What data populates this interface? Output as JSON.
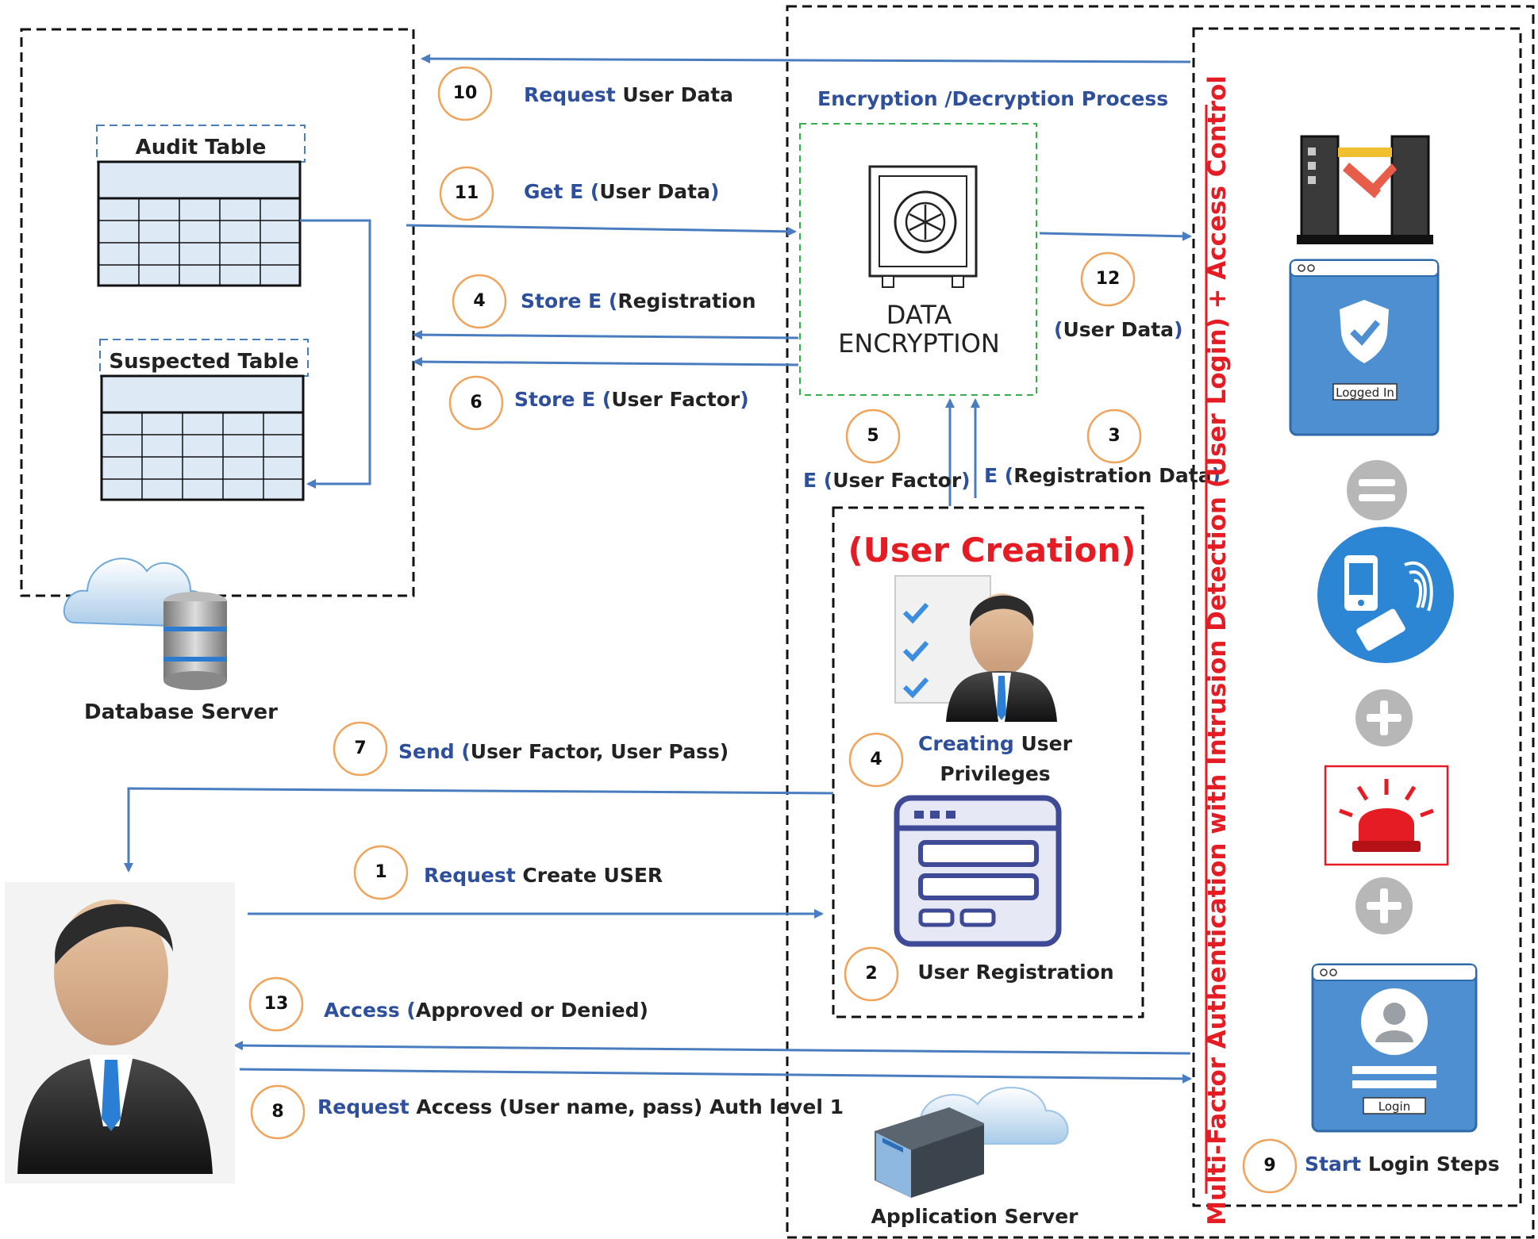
{
  "database_server": {
    "label": "Database Server",
    "audit_table": "Audit Table",
    "suspected_table": "Suspected Table"
  },
  "encryption": {
    "title": "Encryption /Decryption Process",
    "box_line1": "DATA",
    "box_line2": "ENCRYPTION"
  },
  "user_creation": {
    "title": "(User Creation)",
    "privileges_highlight": "Creating",
    "privileges_rest": "User",
    "privileges_line2": "Privileges",
    "registration": "User Registration"
  },
  "app_server": {
    "label": "Application Server"
  },
  "mfa_panel": {
    "vertical_label": "Multi-Factor Authentication with Intrusion Detection (User Login) + Access Control",
    "logged_in": "Logged In",
    "login": "Login",
    "start_highlight": "Start",
    "start_rest": "Login Steps"
  },
  "steps": [
    {
      "num": "1",
      "highlight": "Request",
      "rest": "Create USER"
    },
    {
      "num": "2",
      "highlight": "",
      "rest": ""
    },
    {
      "num": "3",
      "highlight": "E (",
      "rest": "Registration Data",
      "tail": ")"
    },
    {
      "num": "4",
      "highlight": "Store E (",
      "rest": "Registration"
    },
    {
      "num": "4",
      "highlight": "",
      "rest": ""
    },
    {
      "num": "5",
      "highlight": "E (",
      "rest": "User Factor",
      "tail": ")"
    },
    {
      "num": "6",
      "highlight": "Store E (",
      "rest": "User Factor",
      "tail": ")"
    },
    {
      "num": "7",
      "highlight": "Send (",
      "rest": "User Factor, User Pass)"
    },
    {
      "num": "8",
      "highlight": "Request",
      "rest": "Access (User name, pass) Auth level 1"
    },
    {
      "num": "9",
      "highlight": "",
      "rest": ""
    },
    {
      "num": "10",
      "highlight": "Request",
      "rest": "User Data"
    },
    {
      "num": "11",
      "highlight": "Get E (",
      "rest": "User Data",
      "tail": ")"
    },
    {
      "num": "12",
      "highlight": "(",
      "rest": "User Data",
      "tail": ")"
    },
    {
      "num": "13",
      "highlight": "Access (",
      "rest": "Approved or Denied)"
    }
  ],
  "colors": {
    "arrow": "#4a7dc0",
    "badge_border": "#f0a35a",
    "highlight": "#2e4f9c",
    "alert": "#e51c23",
    "panel_blue": "#4d8fd1"
  },
  "icons": [
    "safe-icon",
    "turnstile-icon",
    "shield-check-icon",
    "equals-icon",
    "auth-factors-icon",
    "plus-icon",
    "alarm-light-icon",
    "login-window-icon",
    "person-avatar-icon",
    "checklist-user-icon",
    "form-window-icon",
    "server-cloud-icon",
    "database-cloud-icon"
  ]
}
